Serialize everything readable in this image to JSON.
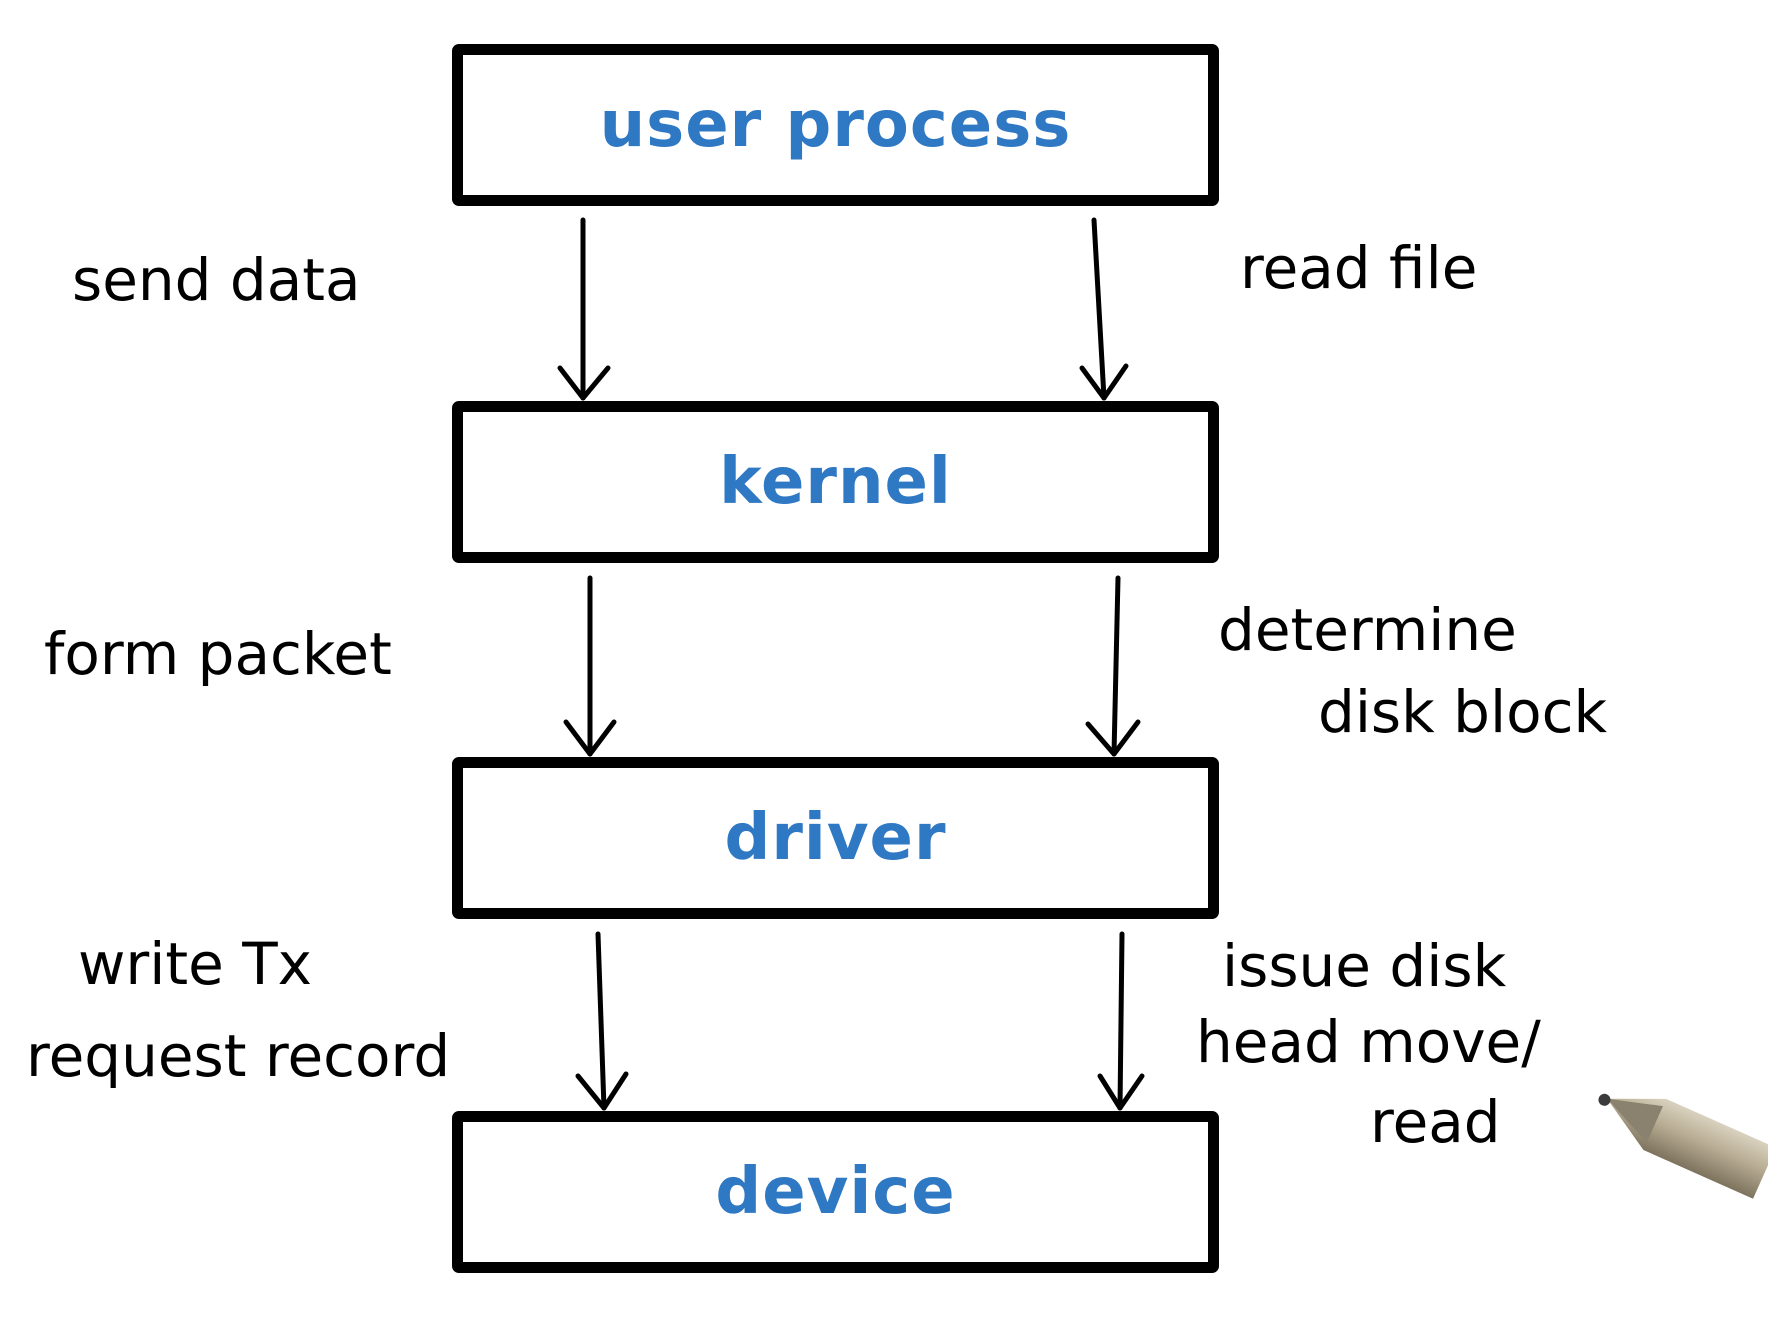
{
  "layers": {
    "user_process": "user process",
    "kernel": "kernel",
    "driver": "driver",
    "device": "device"
  },
  "annotations": {
    "left_1": "send data",
    "right_1": "read file",
    "left_2": "form packet",
    "right_2_line1": "determine",
    "right_2_line2": "disk block",
    "left_3_line1": "write Tx",
    "left_3_line2": "request record",
    "right_3_line1": "issue disk",
    "right_3_line2": "head move/",
    "right_3_line3": "read"
  },
  "colors": {
    "box_label": "#2f78c3",
    "outline": "#000000"
  }
}
